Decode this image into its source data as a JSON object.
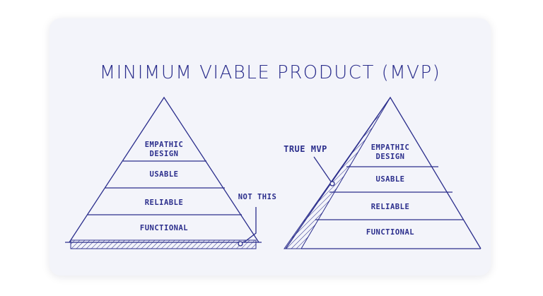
{
  "title": "MINIMUM VIABLE PRODUCT (MVP)",
  "left_pyramid": {
    "levels": [
      "FUNCTIONAL",
      "RELIABLE",
      "USABLE",
      "EMPATHIC DESIGN"
    ],
    "top_level_lines": [
      "EMPATHIC",
      "DESIGN"
    ],
    "annotation": "NOT THIS"
  },
  "right_pyramid": {
    "levels": [
      "FUNCTIONAL",
      "RELIABLE",
      "USABLE",
      "EMPATHIC DESIGN"
    ],
    "top_level_lines": [
      "EMPATHIC",
      "DESIGN"
    ],
    "annotation": "TRUE MVP"
  },
  "colors": {
    "ink": "#2b2e8c",
    "card": "#f3f4fa"
  }
}
